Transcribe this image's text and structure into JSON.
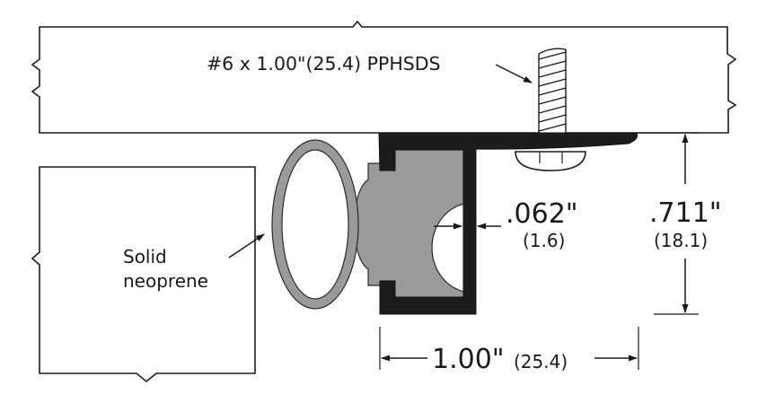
{
  "diagram": {
    "screw_callout": "#6 x 1.00\"(25.4) PPHSDS",
    "seal_label_line1": "Solid",
    "seal_label_line2": "neoprene",
    "thickness_imperial": ".062\"",
    "thickness_metric": "(1.6)",
    "height_imperial": ".711\"",
    "height_metric": "(18.1)",
    "width_imperial": "1.00\"",
    "width_metric": "(25.4)"
  },
  "colors": {
    "profile": "#1c1c1c",
    "seal": "#9a9a9a",
    "line": "#1a1a1a",
    "background": "#ffffff"
  }
}
